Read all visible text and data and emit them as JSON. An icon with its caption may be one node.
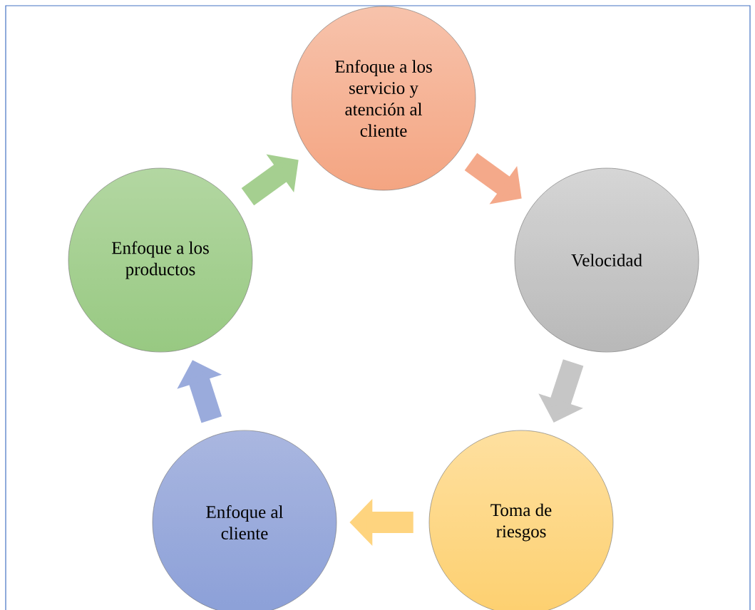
{
  "diagram": {
    "nodes": [
      {
        "text": [
          "Enfoque a los servicio y atención al cliente"
        ]
      },
      {
        "text": [
          "Velocidad"
        ]
      },
      {
        "text": [
          "Toma de riesgos"
        ]
      },
      {
        "text": [
          "Enfoque al cliente"
        ]
      },
      {
        "text": [
          "Enfoque a los productos"
        ]
      }
    ],
    "edges": [
      {
        "from": 0,
        "to": 1,
        "arrow": "to",
        "color": "#f4a98a"
      },
      {
        "from": 1,
        "to": 2,
        "arrow": "to",
        "color": "#c6c6c6"
      },
      {
        "from": 2,
        "to": 3,
        "arrow": "to",
        "color": "#fed47f"
      },
      {
        "from": 3,
        "to": 4,
        "arrow": "to",
        "color": "#9aabdc"
      },
      {
        "from": 4,
        "to": 0,
        "arrow": "to",
        "color": "#a5cf90"
      }
    ]
  }
}
